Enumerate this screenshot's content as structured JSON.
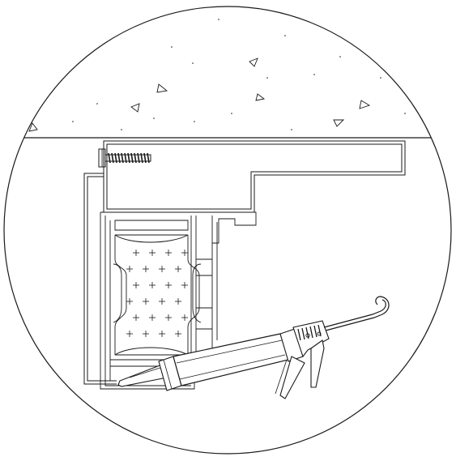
{
  "diagram": {
    "components": [
      {
        "id": "concrete",
        "icon": "concrete-hatch"
      },
      {
        "id": "screw",
        "icon": "screw-icon"
      },
      {
        "id": "flashing",
        "icon": "flashing-profile"
      },
      {
        "id": "frame",
        "icon": "window-frame-profile"
      },
      {
        "id": "insulation",
        "icon": "insulation-crosses"
      },
      {
        "id": "caulk-gun",
        "icon": "caulking-gun-icon"
      }
    ],
    "colors": {
      "line": "#1a1a1a",
      "background": "#ffffff"
    }
  }
}
